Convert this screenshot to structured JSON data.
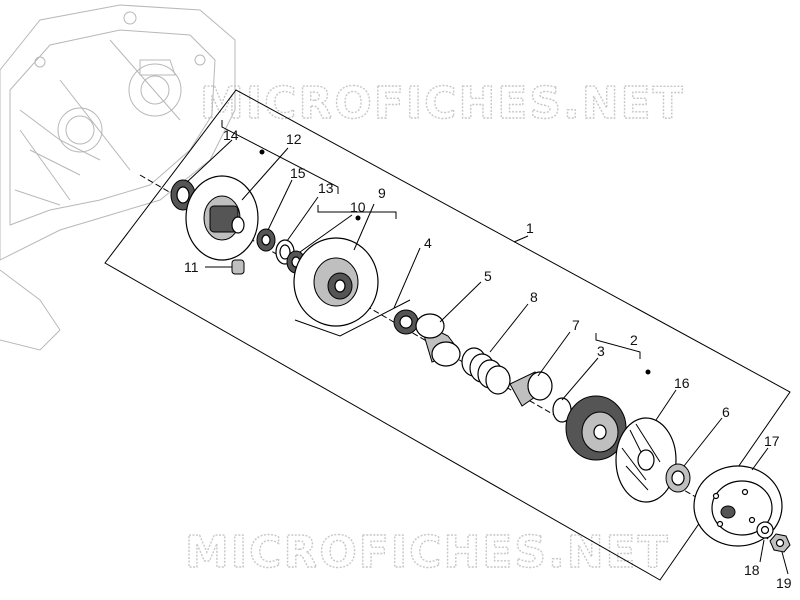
{
  "watermark_top": "MICROFICHES.NET",
  "watermark_bottom": "MICROFICHES.NET",
  "labels": {
    "p1": "1",
    "p2": "2",
    "p3": "3",
    "p4": "4",
    "p5": "5",
    "p6": "6",
    "p7": "7",
    "p8": "8",
    "p9": "9",
    "p10": "10",
    "p11": "11",
    "p12": "12",
    "p13": "13",
    "p14": "14",
    "p15": "15",
    "p16": "16",
    "p17": "17",
    "p18": "18",
    "p19": "19"
  }
}
